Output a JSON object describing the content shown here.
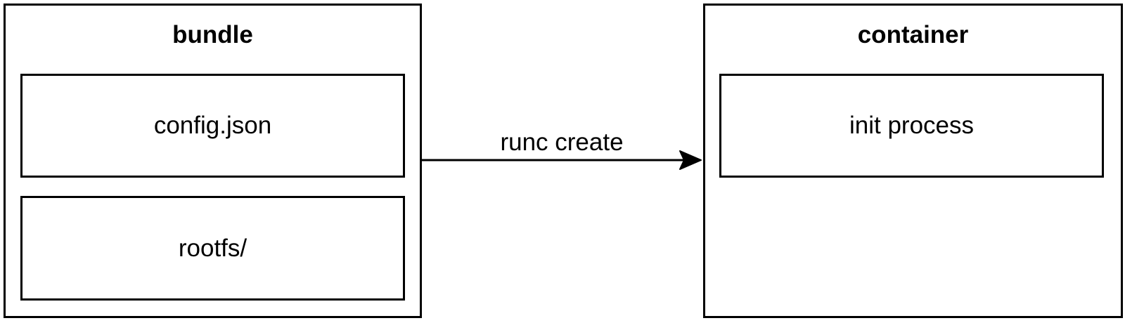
{
  "diagram": {
    "colors": {
      "stroke": "#000000",
      "background": "#ffffff",
      "text": "#000000"
    },
    "bundle": {
      "title": "bundle",
      "nodes": [
        "config.json",
        "rootfs/"
      ]
    },
    "container": {
      "title": "container",
      "nodes": [
        "init process"
      ]
    },
    "arrow": {
      "label": "runc create",
      "direction": "left-to-right"
    }
  }
}
